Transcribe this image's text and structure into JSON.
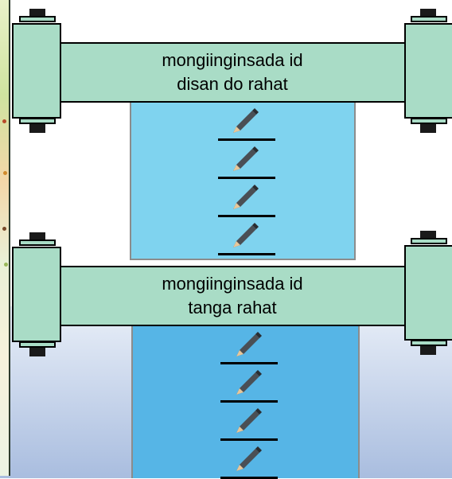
{
  "panels": [
    {
      "label_line1": "mongiinginsada id",
      "label_line2": "disan do rahat",
      "answer_slots": 4
    },
    {
      "label_line1": "mongiinginsada id",
      "label_line2": "tanga rahat",
      "answer_slots": 4
    }
  ],
  "icons": {
    "slot_icon": "pencil-icon"
  },
  "colors": {
    "beam": "#a9dcc6",
    "pool_top": "#7fd3ef",
    "pool_bottom": "#56b5e6",
    "cap": "#1a1a1a"
  }
}
